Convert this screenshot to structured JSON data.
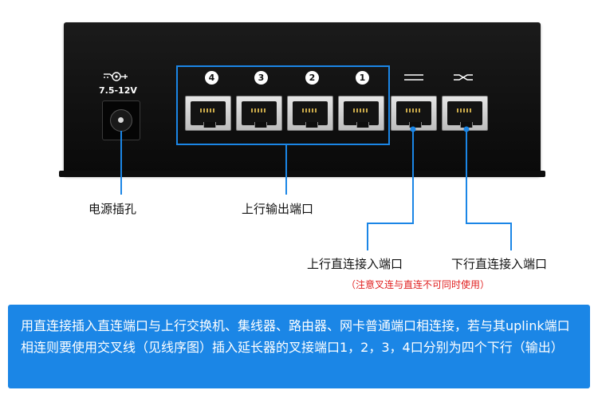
{
  "device": {
    "power_rating": "7.5-12V",
    "port_numbers": [
      "4",
      "3",
      "2",
      "1"
    ]
  },
  "labels": {
    "power_jack": "电源插孔",
    "output_ports": "上行输出端口",
    "uplink_straight": "上行直连接入端口",
    "downlink_straight": "下行直连接入端口",
    "downlink_note": "（注意叉连与直连不可同时使用）"
  },
  "note": {
    "text": "用直连接插入直连端口与上行交换机、集线器、路由器、网卡普通端口相连接，若与其uplink端口相连则要使用交叉线（见线序图）插入延长器的叉接端口1，2，3，4口分别为四个下行（输出）"
  },
  "colors": {
    "accent": "#1b86e6",
    "note_red": "#e02020",
    "device_body": "#111111"
  }
}
